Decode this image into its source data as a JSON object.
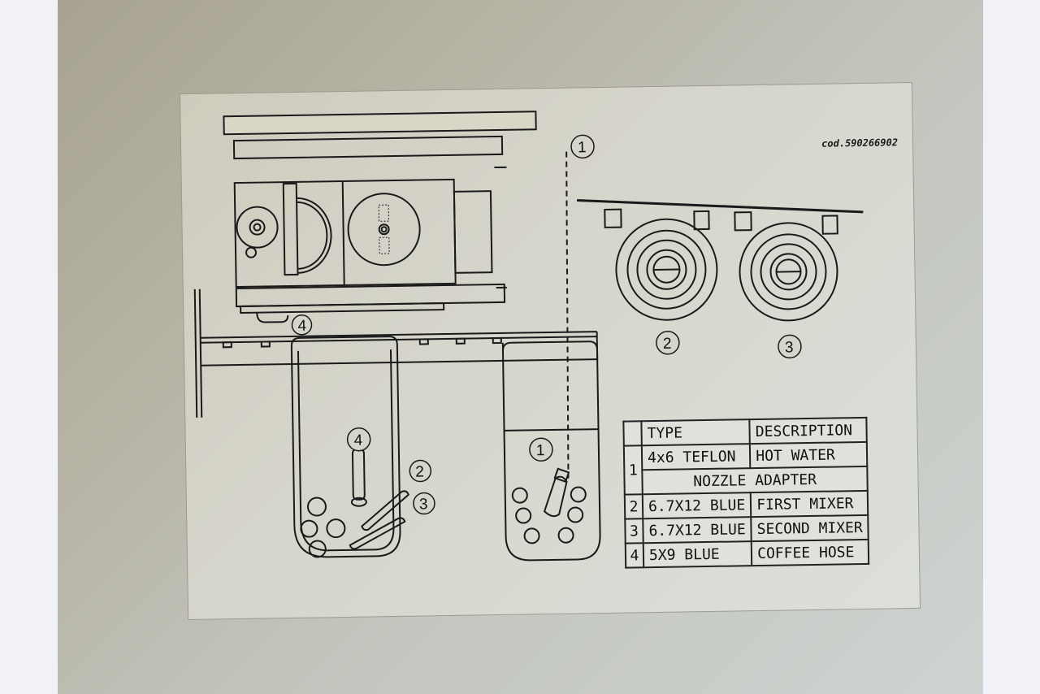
{
  "diagram": {
    "code_label": "cod.590266902",
    "callouts": {
      "c1_top": "1",
      "c2": "2",
      "c3": "3",
      "c4_top": "4",
      "c4_bottom": "4",
      "c2_bottom": "2",
      "c3_bottom": "3",
      "c1_bottom": "1"
    },
    "parts_table": {
      "headers": {
        "num": "",
        "type": "TYPE",
        "description": "DESCRIPTION"
      },
      "rows": [
        {
          "num": "1",
          "type": "4x6 TEFLON",
          "description": "HOT WATER",
          "extra": "NOZZLE ADAPTER"
        },
        {
          "num": "2",
          "type": "6.7X12 BLUE",
          "description": "FIRST MIXER"
        },
        {
          "num": "3",
          "type": "6.7X12 BLUE",
          "description": "SECOND MIXER"
        },
        {
          "num": "4",
          "type": "5X9 BLUE",
          "description": "COFFEE HOSE"
        }
      ]
    },
    "colors": {
      "line": "#1a1a1a",
      "label_bg": "#d6d5cb",
      "photo_bg": "#b7b4a6",
      "page_bg": "#f0f2f7"
    }
  }
}
